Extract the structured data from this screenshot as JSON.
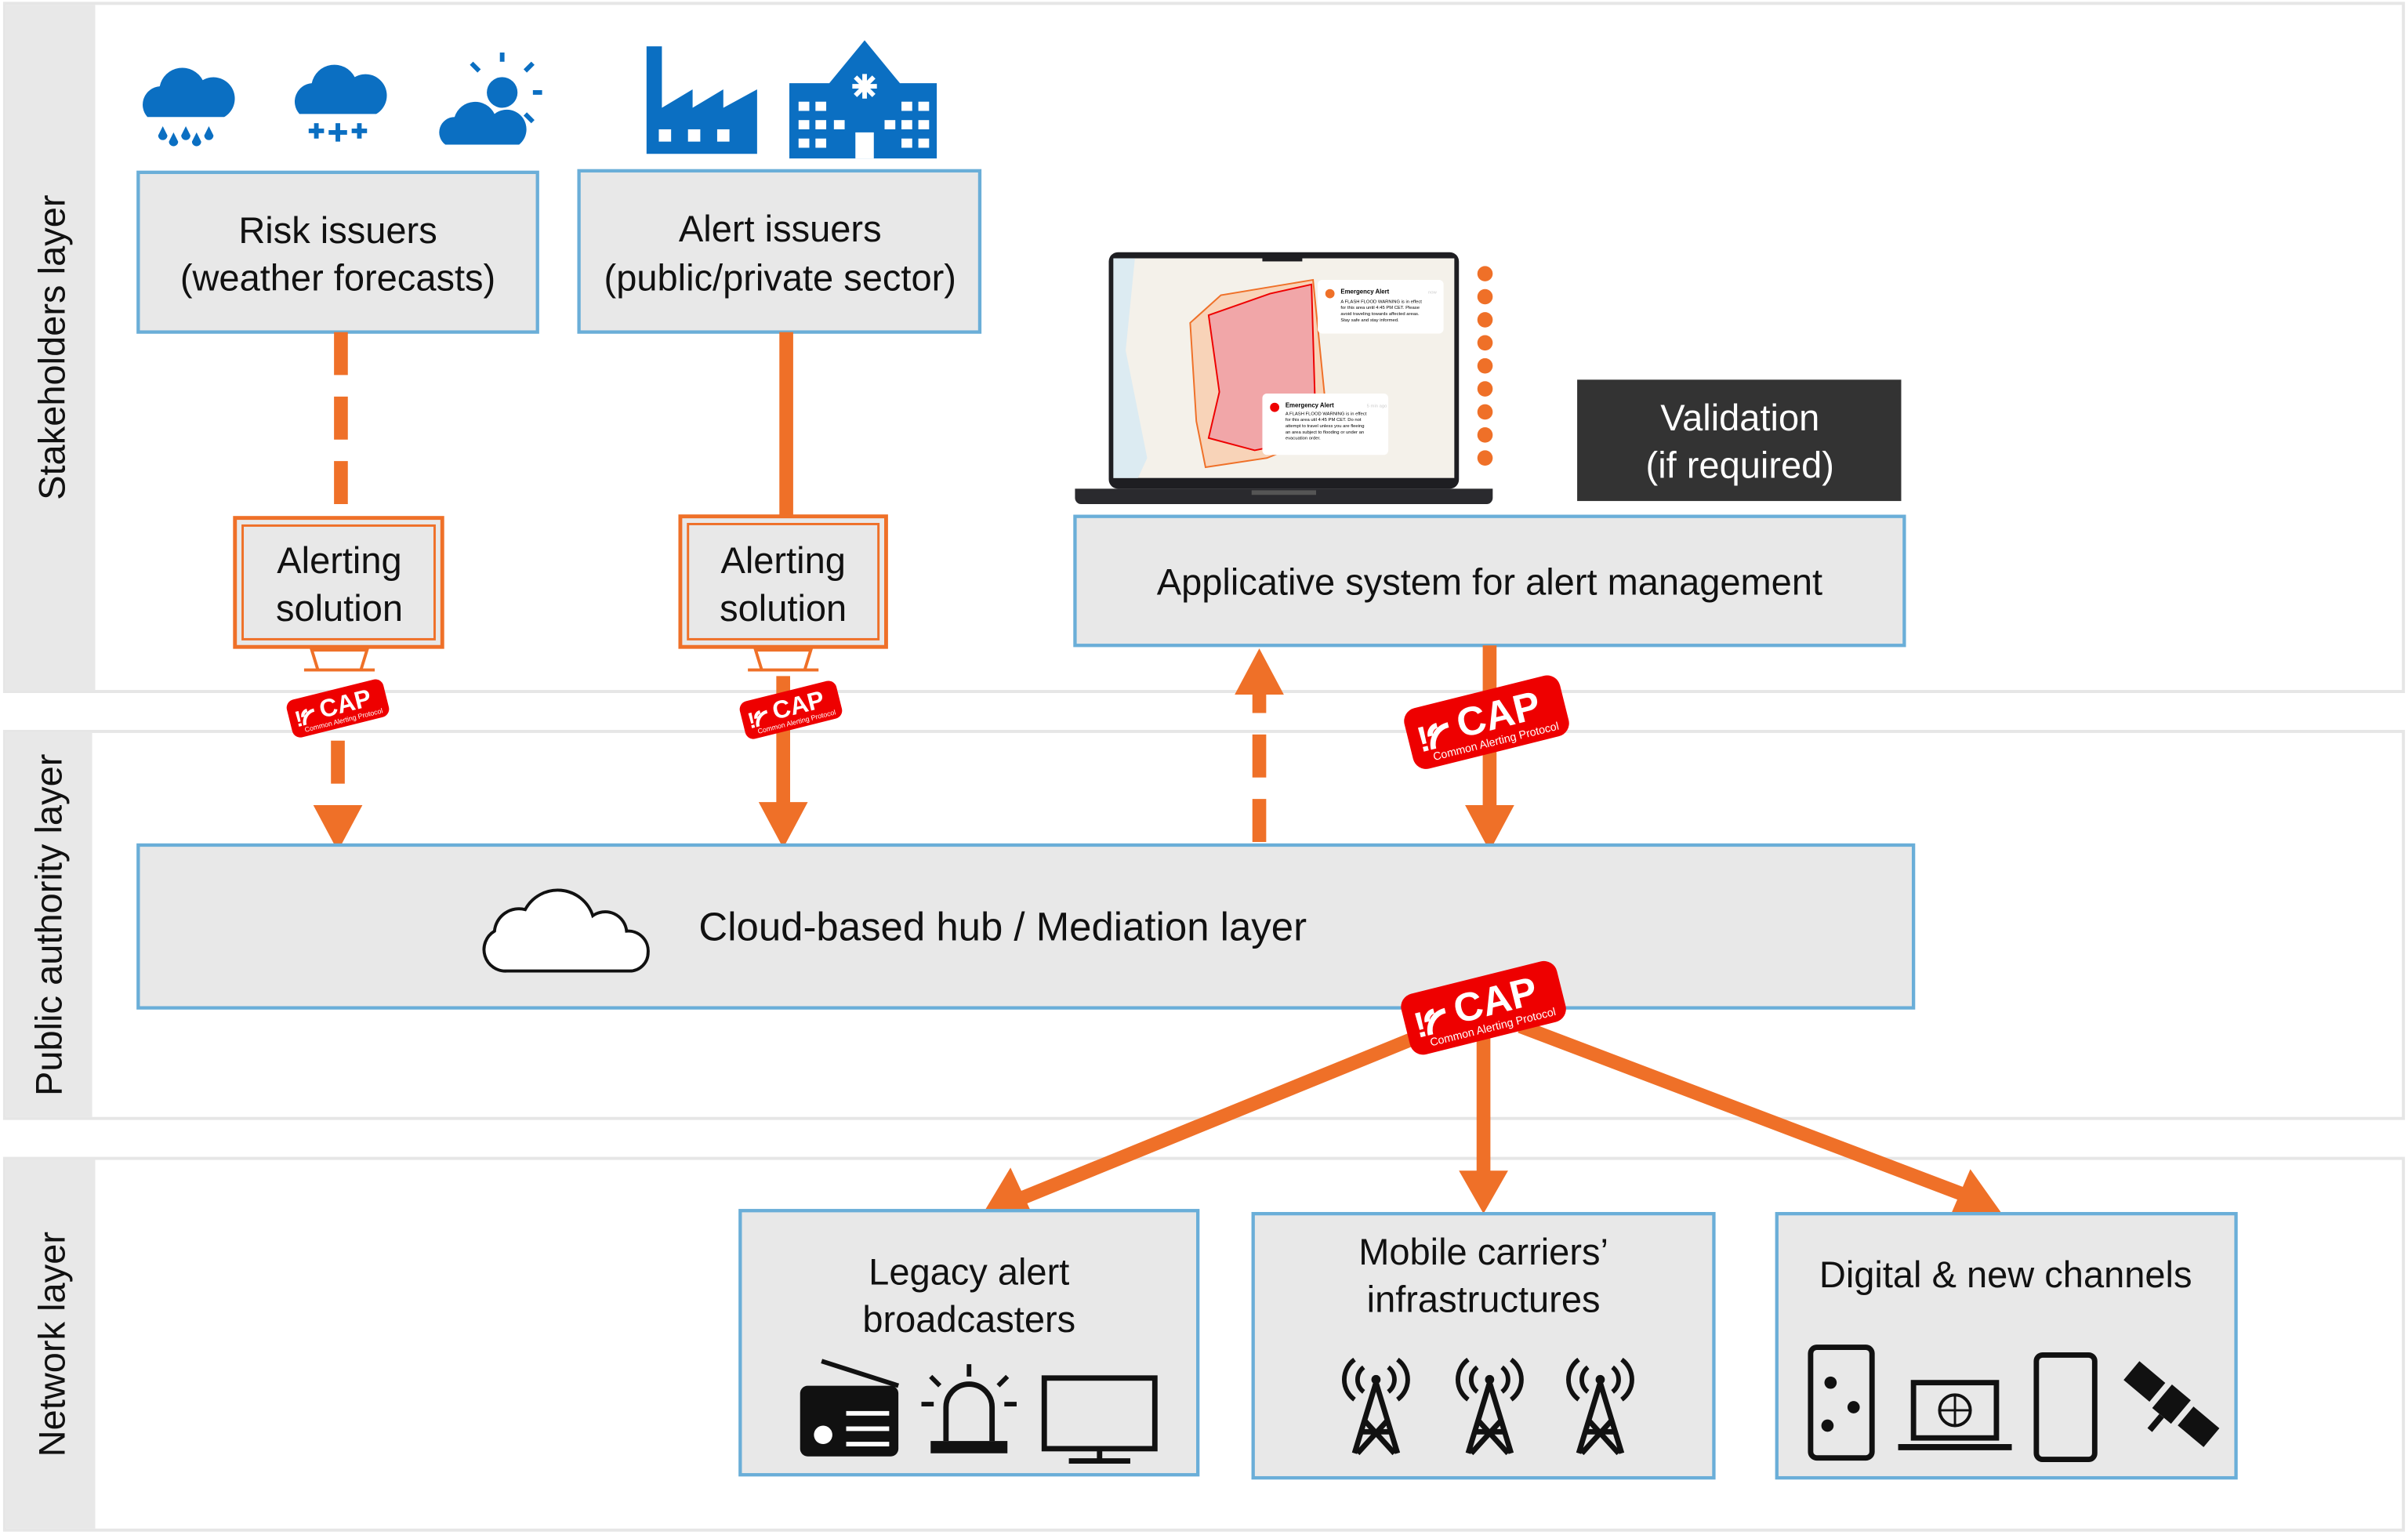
{
  "layers": {
    "stakeholders": "Stakeholders layer",
    "public_authority": "Public authority layer",
    "network": "Network layer"
  },
  "stakeholders": {
    "risk_issuers": {
      "line1": "Risk issuers",
      "line2": "(weather forecasts)",
      "icons": [
        "rain-cloud-icon",
        "snow-cloud-icon",
        "sun-cloud-icon"
      ]
    },
    "alert_issuers": {
      "line1": "Alert issuers",
      "line2": "(public/private sector)",
      "icons": [
        "factory-icon",
        "hospital-icon"
      ]
    },
    "alerting_solution_1": {
      "line1": "Alerting",
      "line2": "solution"
    },
    "alerting_solution_2": {
      "line1": "Alerting",
      "line2": "solution"
    },
    "validation": {
      "line1": "Validation",
      "line2": "(if required)"
    },
    "applicative_system": "Applicative system for alert management",
    "laptop_screen": {
      "alert1": {
        "title": "Emergency Alert",
        "time": "now",
        "body": [
          "A FLASH FLOOD WARNING is in effect",
          "for this area until 4:45 PM CET. Please",
          "avoid traveling towards affected areas.",
          "Stay safe and stay informed."
        ]
      },
      "alert2": {
        "title": "Emergency Alert",
        "time": "5 min ago",
        "body": [
          "A FLASH FLOOD WARNING is in effect",
          "for this area util 4:45 PM CET. Do not",
          "attempt to travel unless you are fleeing",
          "an area subject to flooding or under an",
          "evacuation order."
        ]
      }
    }
  },
  "cap_badge": {
    "title": "CAP",
    "subtitle": "Common Alerting Protocol"
  },
  "hub": "Cloud-based hub / Mediation layer",
  "network": {
    "legacy": {
      "line1": "Legacy alert",
      "line2": "broadcasters",
      "icons": [
        "radio-icon",
        "siren-icon",
        "tv-icon"
      ]
    },
    "mobile": {
      "line1": "Mobile carriers’",
      "line2": "infrastructures",
      "icons": [
        "cell-tower-icon",
        "cell-tower-icon",
        "cell-tower-icon"
      ]
    },
    "digital": {
      "line1": "Digital & new channels",
      "icons": [
        "smartphone-app-icon",
        "laptop-globe-icon",
        "smartphone-icon",
        "satellite-icon"
      ]
    }
  },
  "colors": {
    "arrow": "#ef7028",
    "box_fill": "#e8e8e8",
    "box_stroke": "#6aaed8",
    "icon_blue": "#0b6fc2",
    "cap_red": "#ee0000",
    "validation_bg": "#333333"
  }
}
